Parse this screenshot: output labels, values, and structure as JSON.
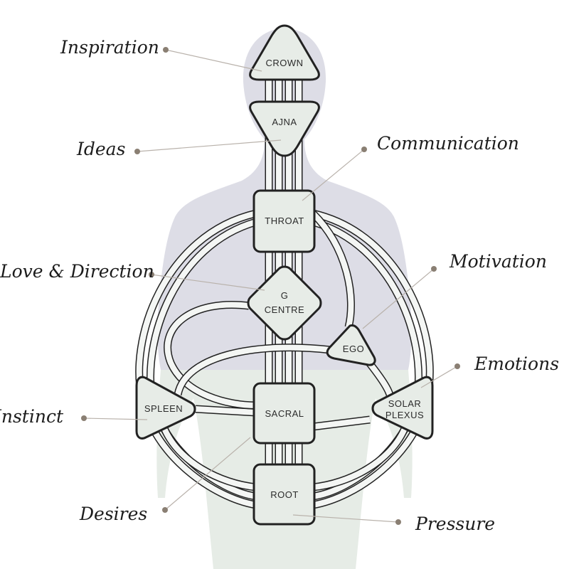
{
  "colors": {
    "silhouette_upper": "#dddde6",
    "silhouette_lower": "#e6ece6",
    "center_fill": "#e7ece7",
    "center_stroke": "#222222",
    "leader_line": "#b9b2ab",
    "leader_dot": "#8a7f73"
  },
  "centers": {
    "crown": "CROWN",
    "ajna": "AJNA",
    "throat": "THROAT",
    "g_line1": "G",
    "g_line2": "CENTRE",
    "ego": "EGO",
    "spleen": "SPLEEN",
    "sacral": "SACRAL",
    "solar_line1": "SOLAR",
    "solar_line2": "PLEXUS",
    "root": "ROOT"
  },
  "labels": {
    "inspiration": "Inspiration",
    "ideas": "Ideas",
    "communication": "Communication",
    "love_direction": "Love & Direction",
    "motivation": "Motivation",
    "emotions": "Emotions",
    "instinct": "Instinct",
    "desires": "Desires",
    "pressure": "Pressure"
  }
}
